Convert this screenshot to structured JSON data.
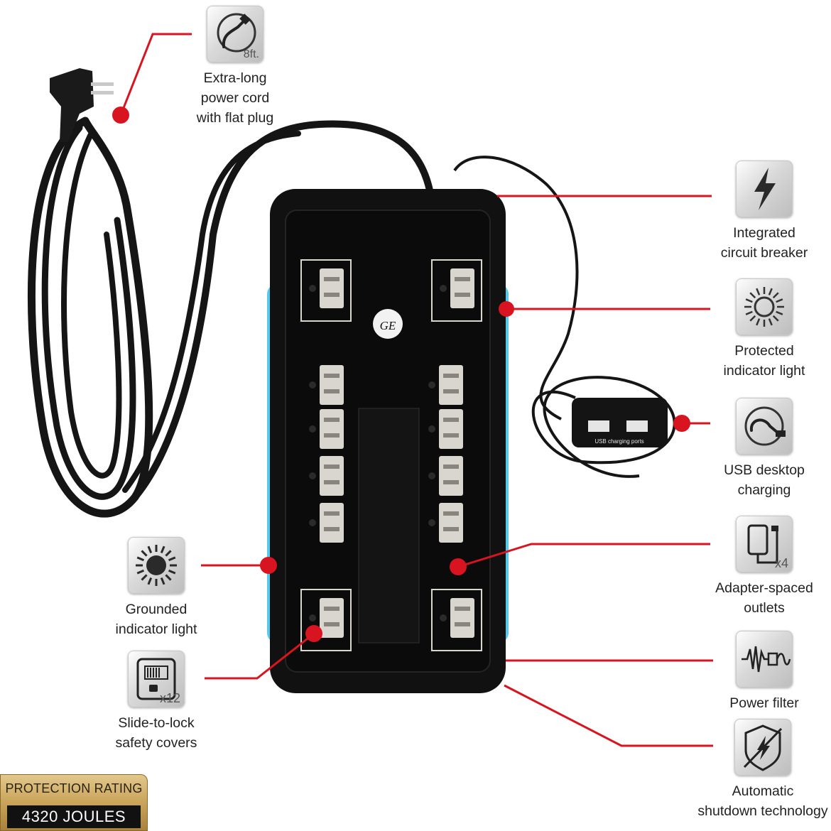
{
  "features": {
    "cord": {
      "line1": "Extra-long",
      "line2": "power cord",
      "line3": "with flat plug",
      "icon": "plug-cord-icon",
      "badge": "8ft."
    },
    "breaker": {
      "line1": "Integrated",
      "line2": "circuit breaker",
      "icon": "lightning-bolt-icon"
    },
    "protected": {
      "line1": "Protected",
      "line2": "indicator light",
      "icon": "sun-light-icon"
    },
    "usb": {
      "line1": "USB desktop",
      "line2": "charging",
      "icon": "usb-cable-icon"
    },
    "adapter": {
      "line1": "Adapter-spaced",
      "line2": "outlets",
      "icon": "adapter-plug-icon",
      "badge": "x4"
    },
    "filter": {
      "line1": "Power filter",
      "icon": "waveform-filter-icon"
    },
    "shutdown": {
      "line1": "Automatic",
      "line2": "shutdown technology",
      "icon": "shutdown-shield-icon"
    },
    "grounded": {
      "line1": "Grounded",
      "line2": "indicator light",
      "icon": "dark-sun-light-icon"
    },
    "covers": {
      "line1": "Slide-to-lock",
      "line2": "safety covers",
      "icon": "outlet-cover-icon",
      "badge": "x12"
    }
  },
  "rating": {
    "title": "PROTECTION RATING",
    "value": "4320 JOULES"
  },
  "product": {
    "usb_hub_label": "USB charging ports",
    "brand": "GE"
  },
  "colors": {
    "callout": "#d7141f",
    "body": "#121212",
    "glow": "#58c8ea",
    "outlet": "#d9d6d0"
  }
}
